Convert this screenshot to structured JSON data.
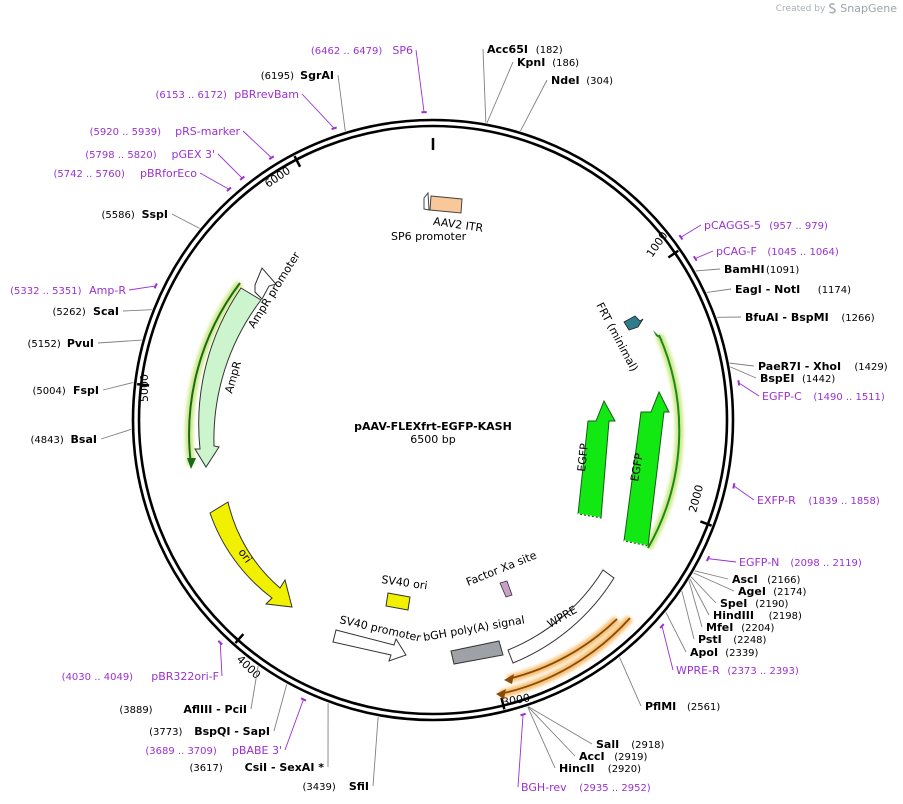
{
  "credit": {
    "created_by": "Created by",
    "brand": "SnapGene"
  },
  "map": {
    "title": "pAAV-FLEXfrt-EGFP-KASH",
    "length_label": "6500 bp",
    "length": 6500
  },
  "ticks": [
    {
      "pos": 1000,
      "label": "1000"
    },
    {
      "pos": 2000,
      "label": "2000"
    },
    {
      "pos": 3000,
      "label": "3000"
    },
    {
      "pos": 4000,
      "label": "4000"
    },
    {
      "pos": 5000,
      "label": "5000"
    },
    {
      "pos": 6000,
      "label": "6000"
    }
  ],
  "sites": [
    {
      "name": "Acc65I",
      "pos": 182,
      "pos_text": "(182)"
    },
    {
      "name": "KpnI",
      "pos": 186,
      "pos_text": "(186)"
    },
    {
      "name": "NdeI",
      "pos": 304,
      "pos_text": "(304)"
    },
    {
      "name": "BamHI",
      "pos": 1091,
      "pos_text": "(1091)"
    },
    {
      "name": "EagI - NotI",
      "pos": 1174,
      "pos_text": "(1174)"
    },
    {
      "name": "BfuAI - BspMI",
      "pos": 1266,
      "pos_text": "(1266)"
    },
    {
      "name": "PaeR7I - XhoI",
      "pos": 1429,
      "pos_text": "(1429)"
    },
    {
      "name": "BspEI",
      "pos": 1442,
      "pos_text": "(1442)"
    },
    {
      "name": "AscI",
      "pos": 2166,
      "pos_text": "(2166)"
    },
    {
      "name": "AgeI",
      "pos": 2174,
      "pos_text": "(2174)"
    },
    {
      "name": "SpeI",
      "pos": 2190,
      "pos_text": "(2190)"
    },
    {
      "name": "HindIII",
      "pos": 2198,
      "pos_text": "(2198)"
    },
    {
      "name": "MfeI",
      "pos": 2204,
      "pos_text": "(2204)"
    },
    {
      "name": "PstI",
      "pos": 2248,
      "pos_text": "(2248)"
    },
    {
      "name": "ApoI",
      "pos": 2339,
      "pos_text": "(2339)"
    },
    {
      "name": "PflMI",
      "pos": 2561,
      "pos_text": "(2561)"
    },
    {
      "name": "SalI",
      "pos": 2918,
      "pos_text": "(2918)"
    },
    {
      "name": "AccI",
      "pos": 2919,
      "pos_text": "(2919)"
    },
    {
      "name": "HincII",
      "pos": 2920,
      "pos_text": "(2920)"
    },
    {
      "name": "SfiI",
      "pos": 3439,
      "pos_text": "(3439)"
    },
    {
      "name": "CsiI - SexAI *",
      "pos": 3617,
      "pos_text": "(3617)"
    },
    {
      "name": "BspQI - SapI",
      "pos": 3773,
      "pos_text": "(3773)"
    },
    {
      "name": "AflIII - PciI",
      "pos": 3889,
      "pos_text": "(3889)"
    },
    {
      "name": "BsaI",
      "pos": 4843,
      "pos_text": "(4843)"
    },
    {
      "name": "FspI",
      "pos": 5004,
      "pos_text": "(5004)"
    },
    {
      "name": "PvuI",
      "pos": 5152,
      "pos_text": "(5152)"
    },
    {
      "name": "ScaI",
      "pos": 5262,
      "pos_text": "(5262)"
    },
    {
      "name": "SspI",
      "pos": 5586,
      "pos_text": "(5586)"
    },
    {
      "name": "SgrAI",
      "pos": 6195,
      "pos_text": "(6195)"
    }
  ],
  "primers": [
    {
      "name": "SP6",
      "pos": 6470,
      "range": "(6462 .. 6479)"
    },
    {
      "name": "pCAGGS-5",
      "pos": 968,
      "range": "(957 .. 979)"
    },
    {
      "name": "pCAG-F",
      "pos": 1054,
      "range": "(1045 .. 1064)"
    },
    {
      "name": "EGFP-C",
      "pos": 1500,
      "range": "(1490 .. 1511)"
    },
    {
      "name": "EXFP-R",
      "pos": 1848,
      "range": "(1839 .. 1858)"
    },
    {
      "name": "EGFP-N",
      "pos": 2108,
      "range": "(2098 .. 2119)"
    },
    {
      "name": "WPRE-R",
      "pos": 2383,
      "range": "(2373 .. 2393)"
    },
    {
      "name": "BGH-rev",
      "pos": 2943,
      "range": "(2935 .. 2952)"
    },
    {
      "name": "pBABE 3'",
      "pos": 3699,
      "range": "(3689 .. 3709)"
    },
    {
      "name": "pBR322ori-F",
      "pos": 4039,
      "range": "(4030 .. 4049)"
    },
    {
      "name": "Amp-R",
      "pos": 5341,
      "range": "(5332 .. 5351)"
    },
    {
      "name": "pBRforEco",
      "pos": 5751,
      "range": "(5742 .. 5760)"
    },
    {
      "name": "pGEX 3'",
      "pos": 5809,
      "range": "(5798 .. 5820)"
    },
    {
      "name": "pRS-marker",
      "pos": 5929,
      "range": "(5920 .. 5939)"
    },
    {
      "name": "pBRrevBam",
      "pos": 6162,
      "range": "(6153 .. 6172)"
    }
  ],
  "features": [
    {
      "name": "AAV2 ITR",
      "color": "#f8c79a"
    },
    {
      "name": "SP6 promoter",
      "color": "#ffffff"
    },
    {
      "name": "FRT (minimal)",
      "color": "#2e7d8c"
    },
    {
      "name": "EGFP",
      "color": "#12e912"
    },
    {
      "name": "EGFP",
      "color": "#12e912"
    },
    {
      "name": "Factor Xa site",
      "color": "#c9a0c8"
    },
    {
      "name": "WPRE",
      "color": "#ffffff"
    },
    {
      "name": "bGH poly(A) signal",
      "color": "#9ea2a6"
    },
    {
      "name": "SV40 promoter",
      "color": "#ffffff"
    },
    {
      "name": "SV40 ori",
      "color": "#f0f000"
    },
    {
      "name": "ori",
      "color": "#f0f000"
    },
    {
      "name": "AmpR",
      "color": "#cdf5cd"
    },
    {
      "name": "AmpR promoter",
      "color": "#ffffff"
    }
  ],
  "colors": {
    "primer": "#9b30d0",
    "backbone": "#000000",
    "egfp_highlight": "#c8e67a",
    "wpre_highlight": "#f5b860",
    "arrow_line": "#1a8a1a"
  }
}
